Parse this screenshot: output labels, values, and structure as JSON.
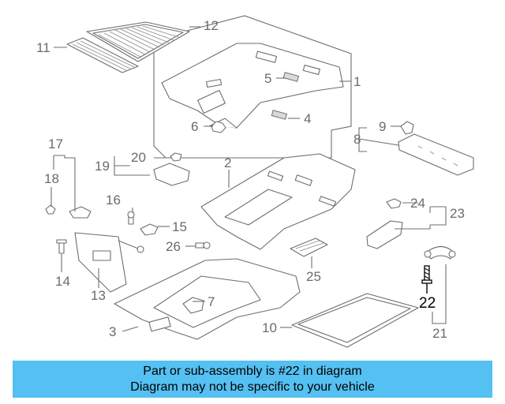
{
  "diagram": {
    "callouts": {
      "c1": "1",
      "c2": "2",
      "c3": "3",
      "c4": "4",
      "c5": "5",
      "c6": "6",
      "c7": "7",
      "c8": "8",
      "c9": "9",
      "c10": "10",
      "c11": "11",
      "c12": "12",
      "c13": "13",
      "c14": "14",
      "c15": "15",
      "c16": "16",
      "c17": "17",
      "c18": "18",
      "c19": "19",
      "c20": "20",
      "c21": "21",
      "c22": "22",
      "c23": "23",
      "c24": "24",
      "c25": "25",
      "c26": "26"
    },
    "highlighted_part": "22"
  },
  "banner": {
    "line1": "Part or sub-assembly is #22 in diagram",
    "line2": "Diagram may not be specific to your vehicle",
    "background": "#55c0f2"
  }
}
